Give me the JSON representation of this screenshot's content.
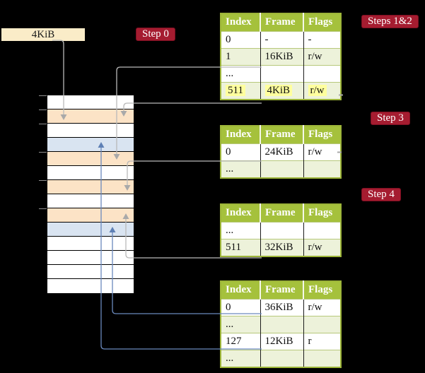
{
  "labels": {
    "frame_size": "4KiB"
  },
  "badges": [
    {
      "label": "Step 0"
    },
    {
      "label": "Steps 1&2"
    },
    {
      "label": "Step 3"
    },
    {
      "label": "Step 4"
    }
  ],
  "memory": {
    "rows": [
      "white",
      "orange",
      "white",
      "blue",
      "orange",
      "white",
      "orange",
      "white",
      "orange",
      "blue",
      "white",
      "white",
      "white",
      "white"
    ]
  },
  "tables": [
    {
      "name": "page-table-step0",
      "columns": [
        "Index",
        "Frame",
        "Flags"
      ],
      "rows": [
        {
          "cells": [
            "0",
            "-",
            "-"
          ]
        },
        {
          "cells": [
            "1",
            "16KiB",
            "r/w"
          ]
        },
        {
          "cells": [
            "...",
            "",
            ""
          ]
        },
        {
          "cells": [
            "511",
            "4KiB",
            "r/w"
          ],
          "highlight": true
        }
      ]
    },
    {
      "name": "page-table-step3",
      "columns": [
        "Index",
        "Frame",
        "Flags"
      ],
      "rows": [
        {
          "cells": [
            "0",
            "24KiB",
            "r/w"
          ]
        },
        {
          "cells": [
            "...",
            "",
            ""
          ]
        }
      ]
    },
    {
      "name": "page-table-step4",
      "columns": [
        "Index",
        "Frame",
        "Flags"
      ],
      "rows": [
        {
          "cells": [
            "...",
            "",
            ""
          ]
        },
        {
          "cells": [
            "511",
            "32KiB",
            "r/w"
          ]
        }
      ]
    },
    {
      "name": "page-table-final",
      "columns": [
        "Index",
        "Frame",
        "Flags"
      ],
      "rows": [
        {
          "cells": [
            "0",
            "36KiB",
            "r/w"
          ]
        },
        {
          "cells": [
            "...",
            "",
            ""
          ]
        },
        {
          "cells": [
            "127",
            "12KiB",
            "r"
          ]
        },
        {
          "cells": [
            "...",
            "",
            ""
          ]
        }
      ]
    }
  ],
  "colors": {
    "header-green": "#a5c13c",
    "row-green": "#edf2da",
    "frame-orange": "#fce3c6",
    "frame-blue": "#d9e4f1",
    "cream": "#faecc8",
    "badge-red": "#a51c30",
    "highlight-yellow": "#ffff9e",
    "line-gray": "#b9b9b9",
    "line-blue": "#6a89bd"
  }
}
